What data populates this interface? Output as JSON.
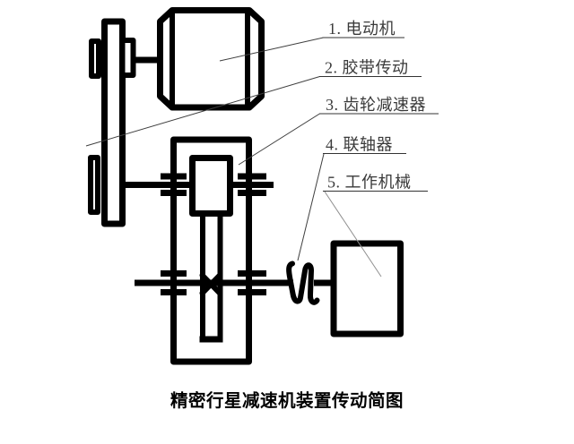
{
  "colors": {
    "background": "#ffffff",
    "ink": "#000000",
    "leader_dark": "#3f3f3f",
    "leader_light": "#8f8f8f",
    "underline": "#333333",
    "label_text": "#3a3a3a"
  },
  "labels": [
    {
      "id": "electric-motor",
      "text": "1. 电动机"
    },
    {
      "id": "belt-drive",
      "text": "2. 胶带传动"
    },
    {
      "id": "gear-reducer",
      "text": "3. 齿轮减速器"
    },
    {
      "id": "coupling",
      "text": "4. 联轴器"
    },
    {
      "id": "working-machine",
      "text": "5. 工作机械"
    }
  ],
  "caption": "精密行星减速机装置传动简图"
}
